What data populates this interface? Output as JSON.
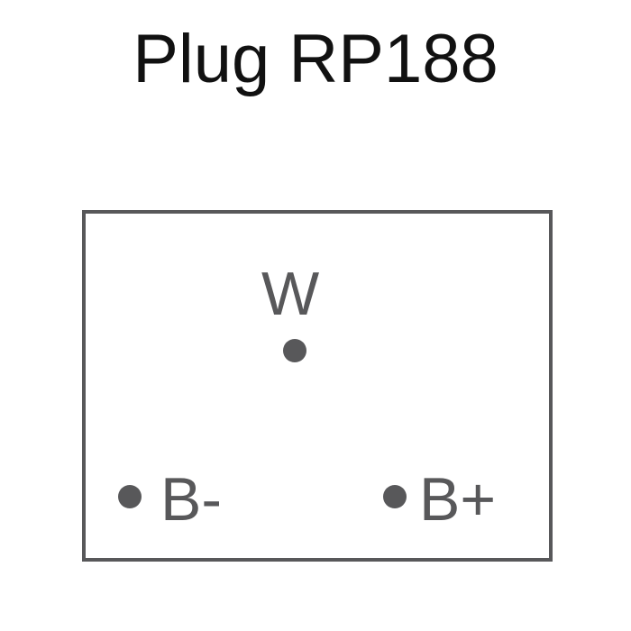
{
  "title": "Plug RP188",
  "pins": {
    "w": "W",
    "bneg": "B-",
    "bpos": "B+"
  },
  "colors": {
    "outline": "#58585a"
  }
}
